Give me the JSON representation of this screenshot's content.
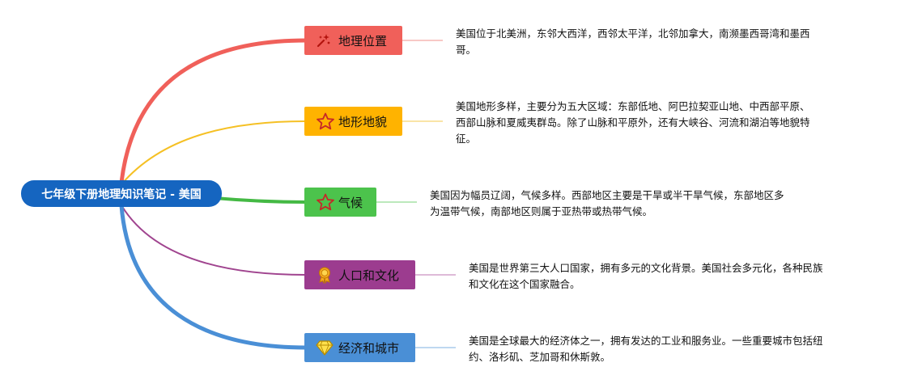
{
  "root": {
    "title": "七年级下册地理知识笔记 - 美国",
    "color": "#1565c0"
  },
  "branches": [
    {
      "label": "地理位置",
      "icon": "sparkle-icon",
      "color": "#f0605a",
      "line_color": "#f0605a",
      "connector_color": "#f5b5b3",
      "desc_lines": [
        "美国位于北美洲，东邻大西洋，西邻太平洋，北邻加拿大，南濒墨西哥湾和墨西",
        "哥。"
      ]
    },
    {
      "label": "地形地貌",
      "icon": "star-icon",
      "color": "#ffb300",
      "line_color": "#f5c024",
      "connector_color": "#f7dc8a",
      "desc_lines": [
        "美国地形多样，主要分为五大区域：东部低地、阿巴拉契亚山地、中西部平原、",
        "西部山脉和夏威夷群岛。除了山脉和平原外，还有大峡谷、河流和湖泊等地貌特",
        "征。"
      ]
    },
    {
      "label": "气候",
      "icon": "star-icon",
      "color": "#4cc34c",
      "line_color": "#44b944",
      "connector_color": "#a6e0a6",
      "desc_lines": [
        "美国因为幅员辽阔，气候多样。西部地区主要是干旱或半干旱气候，东部地区多",
        "为温带气候，南部地区则属于亚热带或热带气候。"
      ]
    },
    {
      "label": "人口和文化",
      "icon": "award-ribbon-icon",
      "color": "#9c3c8f",
      "line_color": "#a0448f",
      "connector_color": "#d4a3cc",
      "desc_lines": [
        "美国是世界第三大人口国家，拥有多元的文化背景。美国社会多元化，各种民族",
        "和文化在这个国家融合。"
      ]
    },
    {
      "label": "经济和城市",
      "icon": "diamond-icon",
      "color": "#4a8fd6",
      "line_color": "#4a8fd6",
      "connector_color": "#a8ccec",
      "desc_lines": [
        "美国是全球最大的经济体之一，拥有发达的工业和服务业。一些重要城市包括纽",
        "约、洛杉矶、芝加哥和休斯敦。"
      ]
    }
  ]
}
